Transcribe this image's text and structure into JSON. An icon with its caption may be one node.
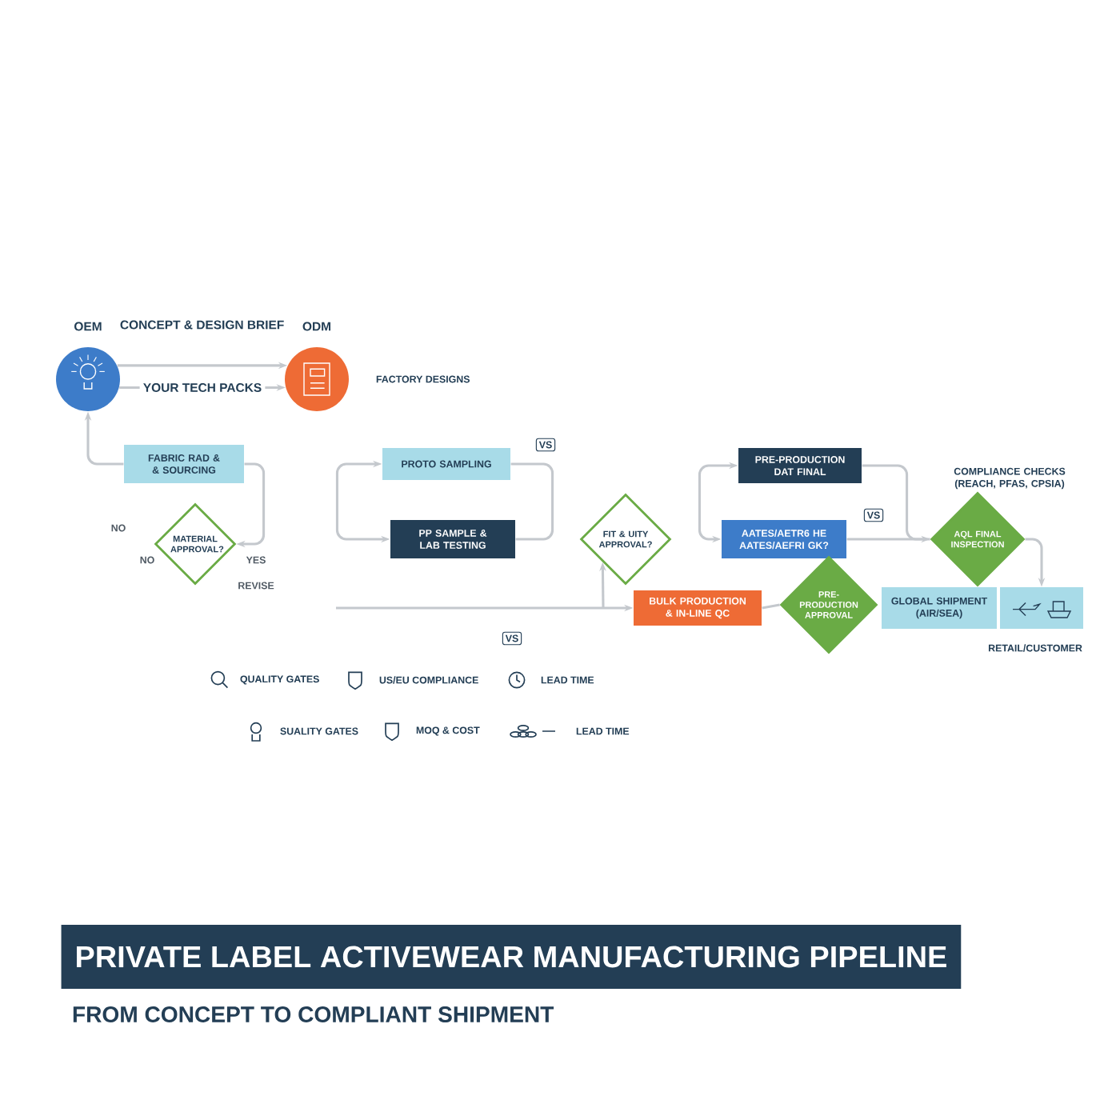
{
  "diagram": {
    "title": "PRIVATE LABEL ACTIVEWEAR MANUFACTURING PIPELINE",
    "caption": "FROM CONCEPT TO COMPLIANT SHIPMENT",
    "nodes": [
      {
        "text": [
          "OEM"
        ]
      },
      {
        "text": [
          "ODM"
        ],
        "beside": [
          "FACTORY DESIGNS"
        ]
      },
      {
        "text": [
          "FABRIC RAD & & SOURCING"
        ]
      },
      {
        "text": [
          "MATERIAL APPROVAL?"
        ]
      },
      {
        "text": [
          "PROTO SAMPLING"
        ]
      },
      {
        "text": [
          "PP SAMPLE & LAB TESTING"
        ]
      },
      {
        "text": [
          "FIT & UITY APPROVAL?"
        ]
      },
      {
        "text": [
          "PRE-PRODUCTION DAT FINAL"
        ]
      },
      {
        "text": [
          "AATES/AETR6 HE AATES/AEFRI GK?"
        ]
      },
      {
        "text": [
          "BULK PRODUCTION & IN-LINE QC"
        ]
      },
      {
        "text": [
          "PRE-PRODUCTION APPROVAL"
        ]
      },
      {
        "text": [
          "GLOBAL SHIPMENT (AIR/SEA)"
        ]
      },
      {
        "text": [
          "AQL FINAL INSPECTION"
        ],
        "beside": [
          "COMPLIANCE CHECKS (REACH, PFAS, CPSIA)"
        ]
      },
      {
        "text": [],
        "shape": "picture",
        "beside": [
          "RETAIL/CUSTOMER"
        ]
      }
    ],
    "edges": [
      {
        "from": 0,
        "to": 1,
        "arrow": "to"
      },
      {
        "from": 0,
        "to": 1,
        "arrow": "to",
        "label": "YOUR TECH PACKS"
      },
      {
        "from": 2,
        "to": 0,
        "arrow": "to"
      },
      {
        "from": 2,
        "to": 3,
        "arrow": "to"
      },
      {
        "from": 4,
        "to": 5,
        "arrow": "both"
      },
      {
        "from": 4,
        "to": 5,
        "arrow": "none"
      },
      {
        "from": null,
        "to": 9,
        "arrow": "to"
      },
      {
        "from": null,
        "to": 6,
        "arrow": "to"
      },
      {
        "from": 7,
        "to": 8,
        "arrow": "both"
      },
      {
        "from": 8,
        "to": 12,
        "arrow": "to"
      },
      {
        "from": 7,
        "to": 12,
        "arrow": "none"
      },
      {
        "from": 9,
        "to": 10,
        "arrow": "none"
      },
      {
        "from": 12,
        "to": 13,
        "arrow": "to"
      }
    ],
    "labels": [
      "CONCEPT & DESIGN BRIEF",
      "NO",
      "NO",
      "YES",
      "REVISE",
      "VS",
      "VS",
      "VS"
    ],
    "legend": [
      {
        "text": "QUALITY GATES"
      },
      {
        "text": "US/EU COMPLIANCE"
      },
      {
        "text": "LEAD TIME"
      },
      {
        "text": "SUALITY GATES"
      },
      {
        "text": "MOQ & COST"
      },
      {
        "text": "LEAD TIME"
      }
    ]
  }
}
